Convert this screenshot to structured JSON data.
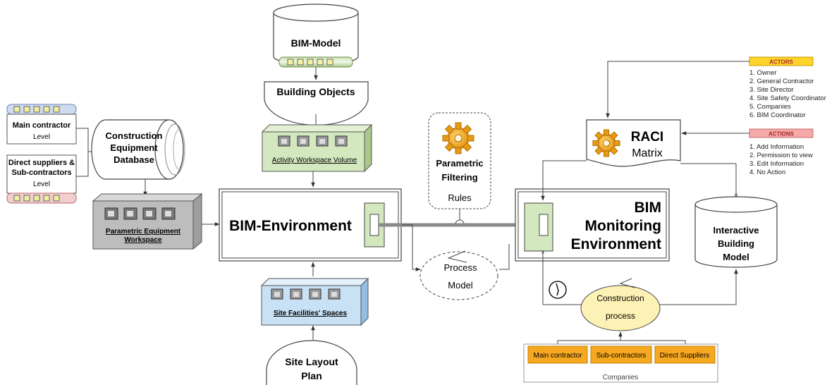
{
  "left": {
    "main_contractor": "Main contractor",
    "main_level": "Level",
    "direct_line1": "Direct suppliers &",
    "direct_line2": "Sub-contractors",
    "direct_level": "Level",
    "database_line1": "Construction",
    "database_line2": "Equipment",
    "database_line3": "Database",
    "param_workspace_line1": "Parametric Equipment",
    "param_workspace_line2": "Workspace"
  },
  "center": {
    "bim_model": "BIM-Model",
    "building_objects": "Building Objects",
    "activity_workspace": "Activity Workspace Volume",
    "bim_environment": "BIM-Environment",
    "site_facilities": "Site Facilities' Spaces",
    "site_layout_line1": "Site Layout",
    "site_layout_line2": "Plan"
  },
  "middle": {
    "filtering_line1": "Parametric",
    "filtering_line2": "Filtering",
    "filtering_line3": "Rules",
    "process_line1": "Process",
    "process_line2": "Model"
  },
  "right": {
    "monitoring_line1": "BIM",
    "monitoring_line2": "Monitoring",
    "monitoring_line3": "Environment",
    "raci_line1": "RACI",
    "raci_line2": "Matrix",
    "interactive_line1": "Interactive",
    "interactive_line2": "Building",
    "interactive_line3": "Model",
    "construction_line1": "Construction",
    "construction_line2": "process",
    "actors_tag": "ACTORS",
    "actors": [
      "1. Owner",
      "2. General Contractor",
      "3. Site Director",
      "4. Site Safety Coordinator",
      "5. Companies",
      "6. BIM Coordinator"
    ],
    "actions_tag": "ACTIONS",
    "actions": [
      "1. Add Information",
      "2. Permission to view",
      "3. Edit Information",
      "4. No Action"
    ],
    "companies": [
      "Main contractor",
      "Sub-contractors",
      "Direct Suppliers"
    ],
    "companies_caption": "Companies"
  },
  "colors": {
    "green_fill": "#d3e8bf",
    "blue_fill": "#c9e1f5",
    "gray_fill": "#bdbdbd",
    "yellow_fill": "#fdf2b5",
    "orange_fill": "#f7a821",
    "actors_tag": "#ffd42a",
    "actions_tag": "#f6a9a9",
    "gear": "#f2a71c"
  }
}
